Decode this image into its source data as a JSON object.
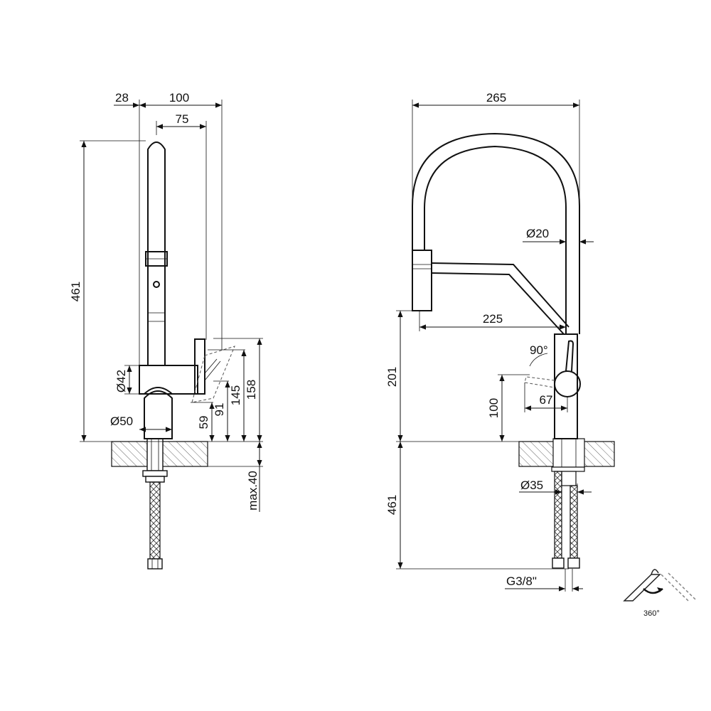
{
  "side_view": {
    "dims": {
      "top_offset": "28",
      "top_width": "100",
      "inner_width": "75",
      "total_height": "461",
      "body_diameter": "Ø42",
      "base_diameter": "Ø50",
      "lever_59": "59",
      "lever_91": "91",
      "lever_145": "145",
      "lever_158": "158",
      "deck_max": "max.40"
    }
  },
  "front_view": {
    "dims": {
      "overall_width": "265",
      "spout_diameter": "Ø20",
      "spout_reach": "225",
      "spout_height": "201",
      "lever_angle": "90°",
      "lever_height": "100",
      "lever_reach": "67",
      "hose_length": "461",
      "shank_diameter": "Ø35",
      "thread": "G3/8\""
    }
  },
  "rotation_icon": {
    "label": "360°",
    "icon": "rotation-360-icon"
  }
}
